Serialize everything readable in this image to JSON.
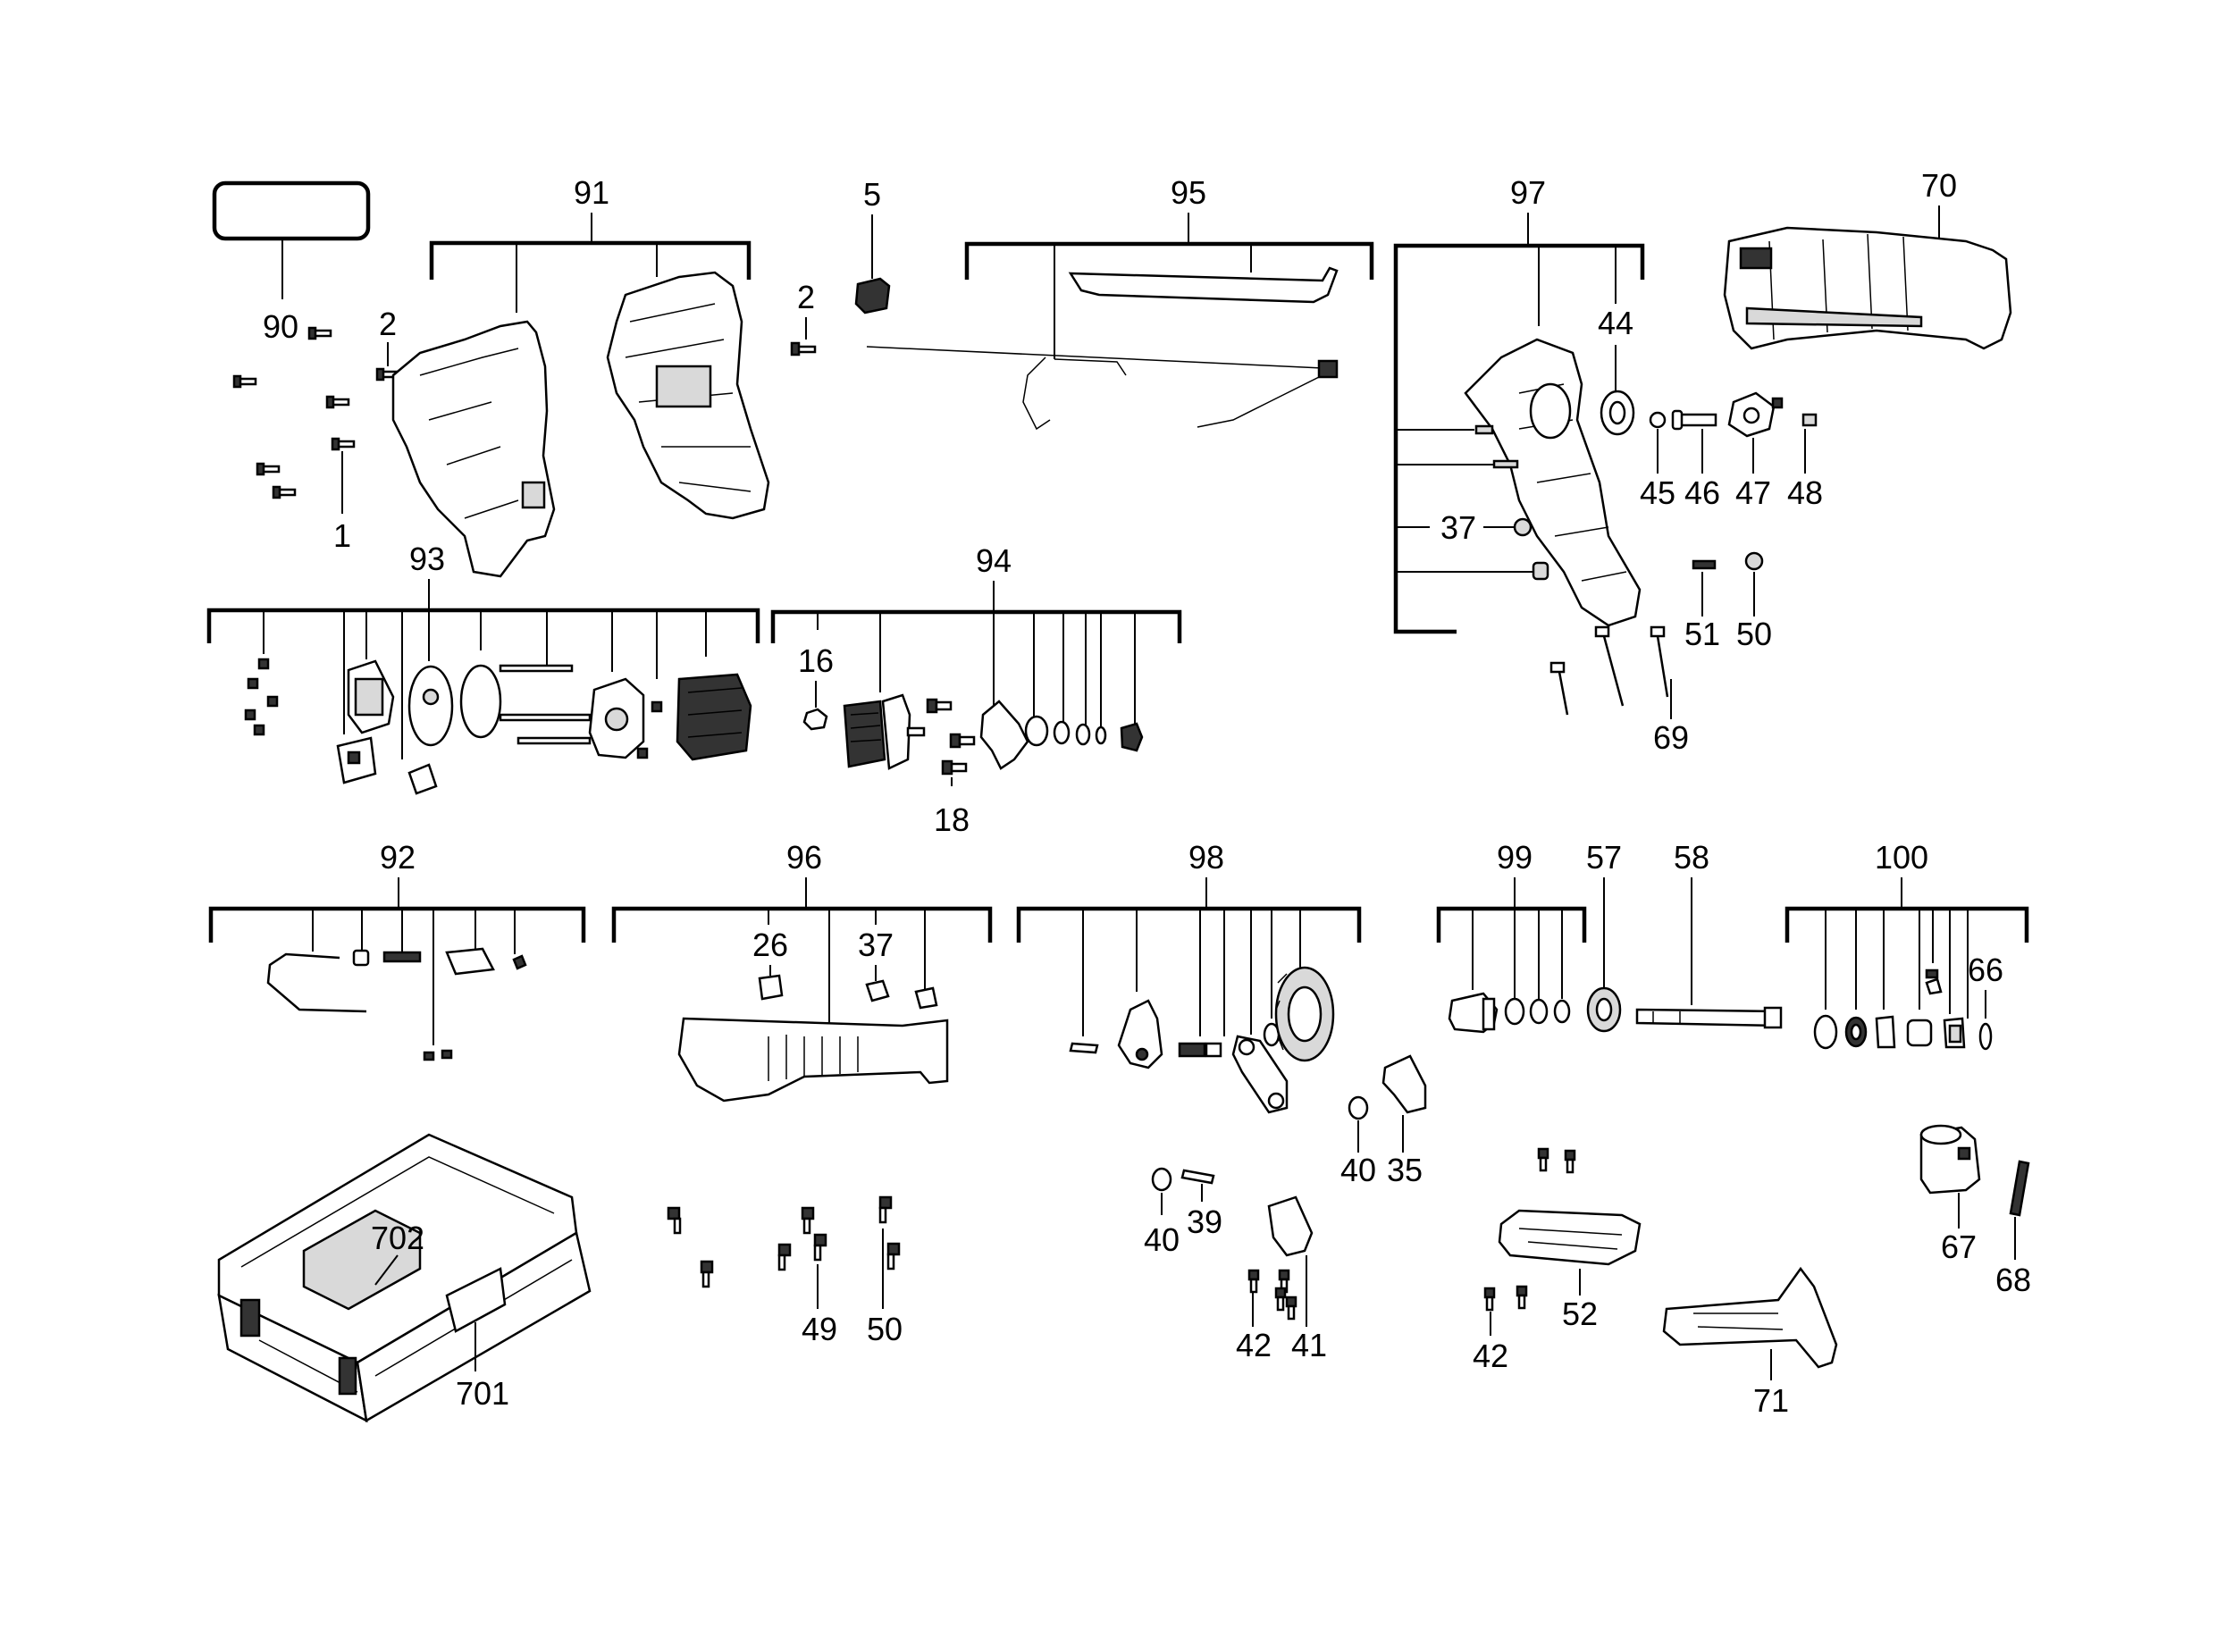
{
  "labels": {
    "l90": "90",
    "l91": "91",
    "l5": "5",
    "l95": "95",
    "l97": "97",
    "l70": "70",
    "l2a": "2",
    "l2b": "2",
    "l1": "1",
    "l44": "44",
    "l45": "45",
    "l46": "46",
    "l47": "47",
    "l48": "48",
    "l93": "93",
    "l94": "94",
    "l16": "16",
    "l18": "18",
    "l37a": "37",
    "l51": "51",
    "l50a": "50",
    "l69": "69",
    "l92": "92",
    "l96": "96",
    "l98": "98",
    "l99": "99",
    "l57": "57",
    "l58": "58",
    "l100": "100",
    "l26": "26",
    "l37b": "37",
    "l66": "66",
    "l40a": "40",
    "l35": "35",
    "l40b": "40",
    "l39": "39",
    "l702": "702",
    "l701": "701",
    "l49": "49",
    "l50b": "50",
    "l42a": "42",
    "l41": "41",
    "l52": "52",
    "l42b": "42",
    "l67": "67",
    "l68": "68",
    "l71": "71"
  }
}
